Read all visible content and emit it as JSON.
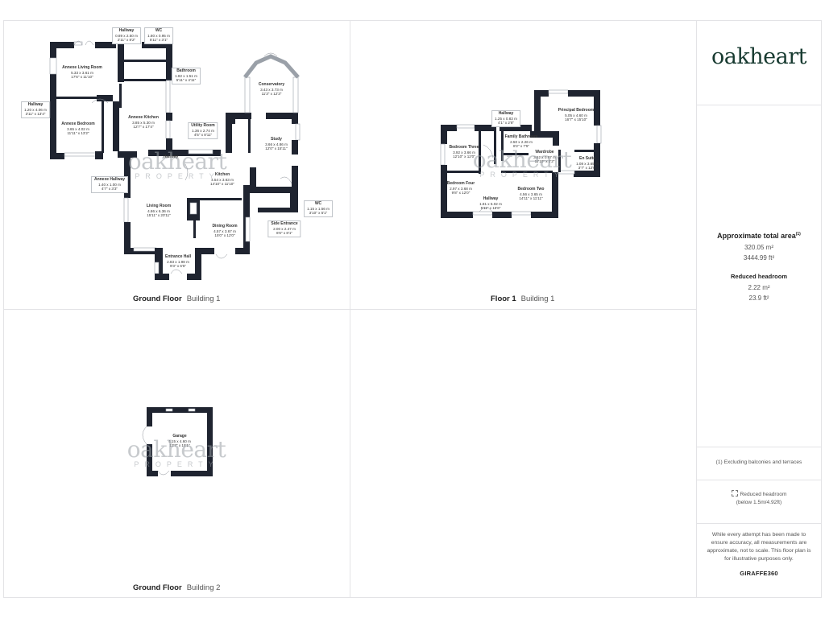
{
  "brand": {
    "logo_text": "oakheart",
    "logo_color": "#173a30",
    "watermark_main": "oakheart",
    "watermark_sub": "PROPERTY",
    "footer_brand": "GIRAFFE360"
  },
  "panels": [
    {
      "id": "ground-floor-building-1",
      "floor": "Ground Floor",
      "building": "Building 1",
      "rooms": [
        {
          "name": "Annexe Living Room",
          "metric": "5.33 x 3.61 m",
          "imperial": "17'6\" x 11'10\""
        },
        {
          "name": "Hallway",
          "metric": "0.89 x 2.50 m",
          "imperial": "2'11\" x 8'2\""
        },
        {
          "name": "WC",
          "metric": "1.80 x 0.95 m",
          "imperial": "5'11\" x 3'1\""
        },
        {
          "name": "Bathroom",
          "metric": "1.82 x 1.51 m",
          "imperial": "5'11\" x 4'11\""
        },
        {
          "name": "Hallway",
          "metric": "1.20 x 4.06 m",
          "imperial": "3'11\" x 13'4\""
        },
        {
          "name": "Annexe Bedroom",
          "metric": "3.65 x 4.02 m",
          "imperial": "11'11\" x 13'2\""
        },
        {
          "name": "Annexe Kitchen",
          "metric": "3.85 x 5.30 m",
          "imperial": "12'7\" x 17'4\""
        },
        {
          "name": "Conservatory",
          "metric": "3.43 x 3.73 m",
          "imperial": "11'3\" x 12'3\""
        },
        {
          "name": "Utility Room",
          "metric": "1.36 x 2.74 m",
          "imperial": "4'5\" x 8'11\""
        },
        {
          "name": "Study",
          "metric": "3.66 x 4.86 m",
          "imperial": "12'0\" x 15'11\""
        },
        {
          "name": "Hallway",
          "metric": "",
          "imperial": ""
        },
        {
          "name": "Annexe Hallway",
          "metric": "1.40 x 1.00 m",
          "imperial": "4'7\" x 3'3\""
        },
        {
          "name": "Kitchen",
          "metric": "4.54 x 3.63 m",
          "imperial": "14'10\" x 11'10\""
        },
        {
          "name": "Living Room",
          "metric": "4.86 x 6.36 m",
          "imperial": "15'11\" x 20'11\""
        },
        {
          "name": "Dining Room",
          "metric": "4.57 x 3.67 m",
          "imperial": "15'0\" x 12'0\""
        },
        {
          "name": "WC",
          "metric": "1.15 x 1.56 m",
          "imperial": "3'10\" x 5'1\""
        },
        {
          "name": "Side Entrance",
          "metric": "2.00 x 2.47 m",
          "imperial": "6'6\" x 8'1\""
        },
        {
          "name": "Entrance Hall",
          "metric": "2.83 x 1.98 m",
          "imperial": "9'3\" x 6'5\""
        }
      ]
    },
    {
      "id": "floor-1-building-1",
      "floor": "Floor 1",
      "building": "Building 1",
      "rooms": [
        {
          "name": "Hallway",
          "metric": "1.25 x 0.83 m",
          "imperial": "4'1\" x 2'8\""
        },
        {
          "name": "Principal Bedroom",
          "metric": "5.05 x 4.60 m",
          "imperial": "16'7\" x 15'10\""
        },
        {
          "name": "Bedroom Three",
          "metric": "3.92 x 3.66 m",
          "imperial": "12'10\" x 12'0\""
        },
        {
          "name": "Family Bathroom",
          "metric": "2.50 x 2.26 m",
          "imperial": "8'2\" x 7'5\""
        },
        {
          "name": "Wardrobe",
          "metric": "3.62 x 0.97 m",
          "imperial": "11'10\" x 3'2\""
        },
        {
          "name": "En Suite",
          "metric": "1.08 x 3.65 m",
          "imperial": "3'7\" x 12'0\""
        },
        {
          "name": "Bedroom Four",
          "metric": "2.97 x 3.68 m",
          "imperial": "9'8\" x 12'0\""
        },
        {
          "name": "Bedroom Two",
          "metric": "4.56 x 3.65 m",
          "imperial": "14'11\" x 11'11\""
        },
        {
          "name": "Hallway",
          "metric": "1.81 x 5.02 m",
          "imperial": "5'11\" x 16'6\""
        }
      ]
    },
    {
      "id": "ground-floor-building-2",
      "floor": "Ground Floor",
      "building": "Building 2",
      "rooms": [
        {
          "name": "Garage",
          "metric": "4.15 x 4.60 m",
          "imperial": "13'7\" x 15'1\""
        }
      ]
    }
  ],
  "summary": {
    "area_title": "Approximate total area",
    "area_footnote_marker": "(1)",
    "area_m2": "320.05 m²",
    "area_ft2": "3444.99 ft²",
    "reduced_headroom_title": "Reduced headroom",
    "reduced_m2": "2.22 m²",
    "reduced_ft2": "23.9 ft²"
  },
  "notes": {
    "footnote": "(1) Excluding balconies and terraces",
    "legend_label": "Reduced headroom",
    "legend_sub": "(below 1.5m/4.92ft)",
    "disclaimer": "While every attempt has been made to ensure accuracy, all measurements are approximate, not to scale. This floor plan is for illustrative purposes only."
  }
}
